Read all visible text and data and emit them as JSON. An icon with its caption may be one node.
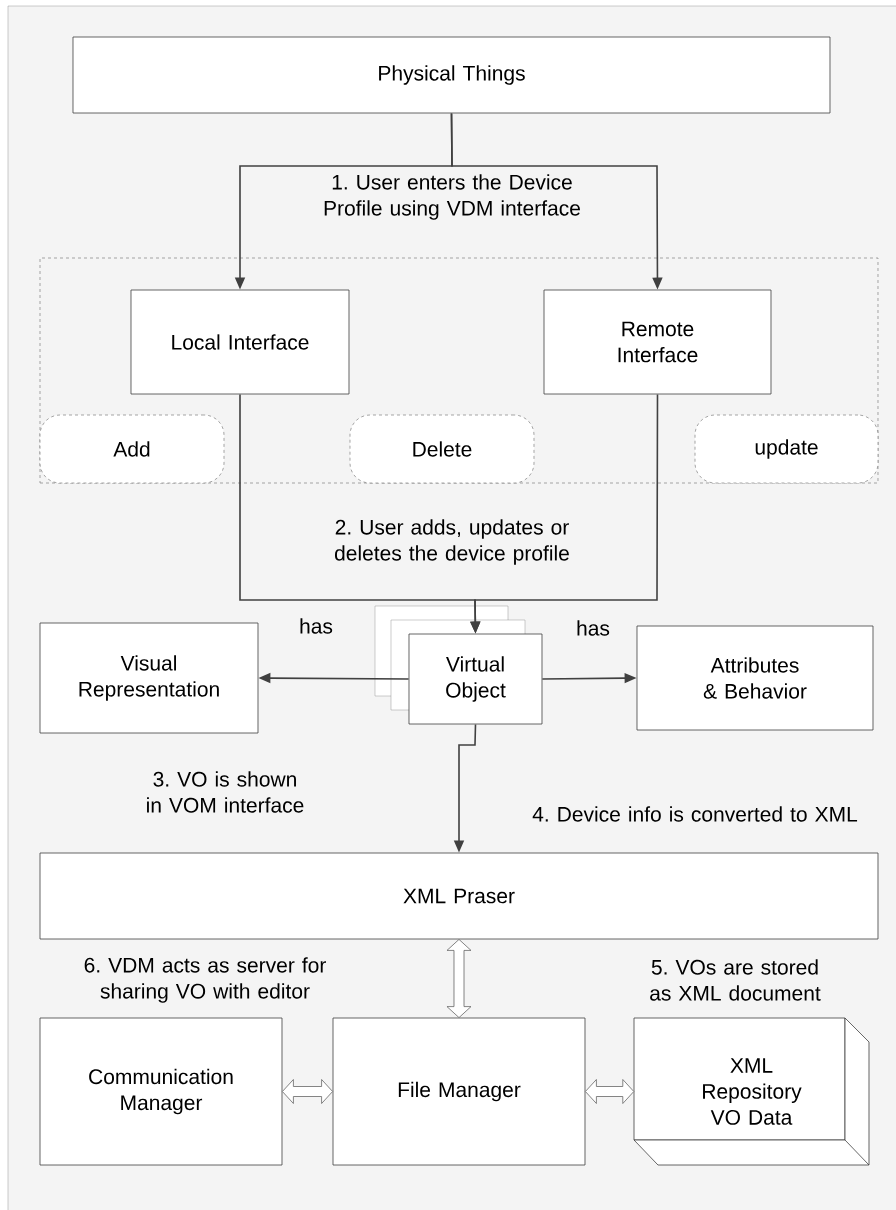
{
  "diagram": {
    "nodes": [
      {
        "text": [
          "Physical Things"
        ]
      },
      {
        "text": [],
        "shape": "box"
      },
      {
        "text": [
          "Local Interface"
        ],
        "in": 1
      },
      {
        "text": [
          "Remote Interface"
        ],
        "in": 1
      },
      {
        "text": [
          "Add"
        ],
        "in": 1
      },
      {
        "text": [
          "Delete"
        ],
        "in": 1
      },
      {
        "text": [
          "update"
        ],
        "in": 1
      },
      {
        "text": [
          "Visual Representation"
        ]
      },
      {
        "text": [
          "Virtual Object"
        ]
      },
      {
        "text": [
          "Attributes & Behavior"
        ]
      },
      {
        "text": [
          "XML Praser"
        ]
      },
      {
        "text": [
          "Communication Manager"
        ]
      },
      {
        "text": [
          "File Manager"
        ]
      },
      {
        "text": [
          "XML Repository VO Data"
        ]
      }
    ],
    "edges": [
      {
        "from": 0,
        "to": 2,
        "arrow": "to",
        "label": "1. User enters the Device Profile using VDM interface"
      },
      {
        "from": 0,
        "to": 3,
        "arrow": "to"
      },
      {
        "from": 2,
        "to": 8,
        "arrow": "to",
        "label": "2. User adds, updates or deletes the device profile"
      },
      {
        "from": 3,
        "to": 8,
        "arrow": "to"
      },
      {
        "from": 8,
        "to": 7,
        "arrow": "to",
        "label": "has"
      },
      {
        "from": 8,
        "to": 9,
        "arrow": "to",
        "label": "has"
      },
      {
        "from": 8,
        "to": 10,
        "arrow": "to",
        "label": "4. Device info is converted to XML"
      },
      {
        "from": 10,
        "to": 12,
        "arrow": "both",
        "style": "thick"
      },
      {
        "from": 11,
        "to": 12,
        "arrow": "both",
        "style": "thick"
      },
      {
        "from": 12,
        "to": 13,
        "arrow": "both",
        "style": "thick"
      }
    ],
    "labels": [
      "3. VO is shown in VOM interface",
      "6. VDM acts as server for sharing VO with editor",
      "5. VOs are stored as XML document"
    ]
  }
}
